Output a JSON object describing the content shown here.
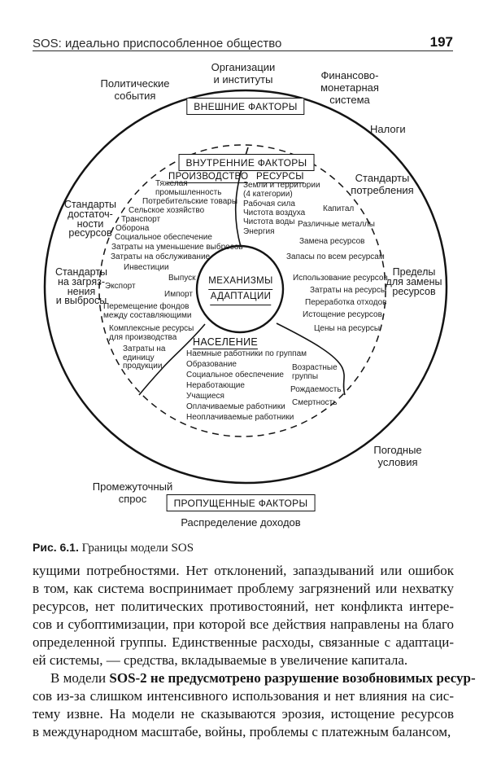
{
  "header": {
    "title": "SOS: идеально приспособленное общество",
    "page": "197"
  },
  "diagram": {
    "boxes": {
      "external": "ВНЕШНИЕ ФАКТОРЫ",
      "internal": "ВНУТРЕННИЕ ФАКТОРЫ",
      "missing": "ПРОПУЩЕННЫЕ ФАКТОРЫ"
    },
    "outer_labels": {
      "organizations": "Организации\nи институты",
      "financial": "Финансово-\nмонетарная\nсистема",
      "political": "Политические\nсобытия",
      "taxes": "Налоги",
      "consumption": "Стандарты\nпотребления",
      "weather": "Погодные\nусловия",
      "intermediate_demand": "Промежуточный\nспрос",
      "income_distribution": "Распределение доходов"
    },
    "ring_labels": {
      "sufficiency": "Стандарты\nдостаточ-\nности\nресурсов",
      "pollution": "Стандарты\nна загряз-\nнения\nи выбросы",
      "replacement_limits": "Пределы\nдля замены\nресурсов"
    },
    "center": {
      "l1": "МЕХАНИЗМЫ",
      "l2": "АДАПТАЦИИ"
    },
    "production": {
      "header": "ПРОИЗВОДСТВО",
      "items": [
        "Тяжелая\nпромышленность",
        "Потребительские товары",
        "Сельское хозяйство",
        "Транспорт",
        "Оборона",
        "Социальное обеспечение",
        "Затраты на уменьшение выбросов",
        "Затраты на обслуживание",
        "Инвестиции",
        "Выпуск",
        "Экспорт",
        "Импорт",
        "Перемещение фондов\nмежду составляющими",
        "Комплексные ресурсы\nдля производства",
        "Затраты на\nединицу\nпродукции"
      ]
    },
    "resources": {
      "header": "РЕСУРСЫ",
      "items": [
        "Земли и территории\n(4 категории)",
        "Рабочая сила",
        "Чистота воздуха",
        "Чистота воды",
        "Энергия",
        "Капитал",
        "Различные металлы",
        "Замена ресурсов",
        "Запасы по всем ресурсам",
        "Использование ресурсов",
        "Затраты на ресурсы",
        "Переработка отходов",
        "Истощение ресурсов",
        "Цены на ресурсы"
      ]
    },
    "population": {
      "header": "НАСЕЛЕНИЕ",
      "items": [
        "Наемные работники по группам",
        "Образование",
        "Социальное обеспечение",
        "Неработающие",
        "Учащиеся",
        "Оплачиваемые работники",
        "Неоплачиваемые работники",
        "Возрастные\nгруппы",
        "Рождаемость",
        "Смертность"
      ]
    }
  },
  "caption": {
    "fig": "Рис. 6.1.",
    "text": " Границы модели SOS"
  },
  "body": {
    "l1": "кущими потребностями. Нет отклонений, запаздываний или ошибок",
    "l2": "в том, как система воспринимает проблему загрязнений или нехватку",
    "l3": "ресурсов, нет политических противостояний, нет конфликта интере-",
    "l4": "сов и субоптимизации, при которой все действия направлены на благо",
    "l5": "определенной группы. Единственные расходы, связанные с адаптаци-",
    "l6": "ей системы, — средства, вкладываемые в увеличение капитала.",
    "l7a": "В модели ",
    "l7b": "SOS-2 не предусмотрено разрушение возобновимых ресур-",
    "l8": "сов из-за слишком интенсивного использования и нет влияния на сис-",
    "l9": "тему извне. На модели не сказываются эрозия, истощение ресурсов",
    "l10": "в международном масштабе, войны, проблемы с платежным балансом,"
  }
}
